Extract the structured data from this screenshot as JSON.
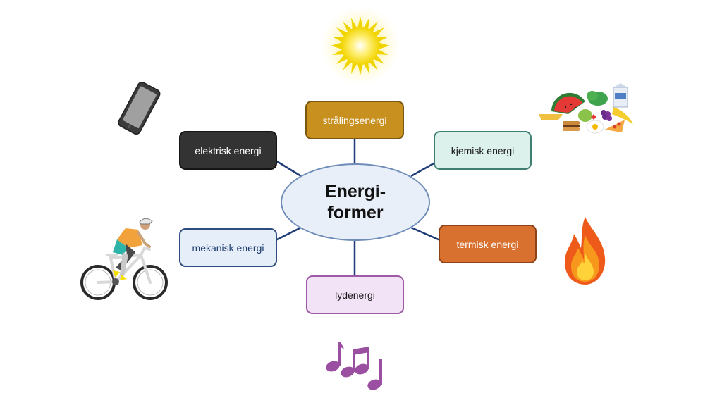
{
  "center": {
    "line1": "Energi-",
    "line2": "former"
  },
  "nodes": {
    "stralingsenergi": {
      "label": "strålingsenergi",
      "fill": "#c8901e",
      "border": "#7a5812",
      "text": "#ffffff"
    },
    "kjemisk": {
      "label": "kjemisk energi",
      "fill": "#dcf0ec",
      "border": "#3f7f72",
      "text": "#1a1a1a"
    },
    "termisk": {
      "label": "termisk energi",
      "fill": "#d8712f",
      "border": "#8f4215",
      "text": "#ffffff"
    },
    "lydenergi": {
      "label": "lydenergi",
      "fill": "#f3e3f6",
      "border": "#9e5aa6",
      "text": "#1a1a1a"
    },
    "mekanisk": {
      "label": "mekanisk energi",
      "fill": "#e6eef9",
      "border": "#2d4d7e",
      "text": "#1c3a6e"
    },
    "elektrisk": {
      "label": "elektrisk energi",
      "fill": "#333333",
      "border": "#141414",
      "text": "#ffffff"
    }
  },
  "connector_color": "#1f3c78",
  "illustrations": [
    "sun-icon",
    "phone-icon",
    "food-icon",
    "cyclist-icon",
    "flame-icon",
    "music-notes-icon"
  ]
}
